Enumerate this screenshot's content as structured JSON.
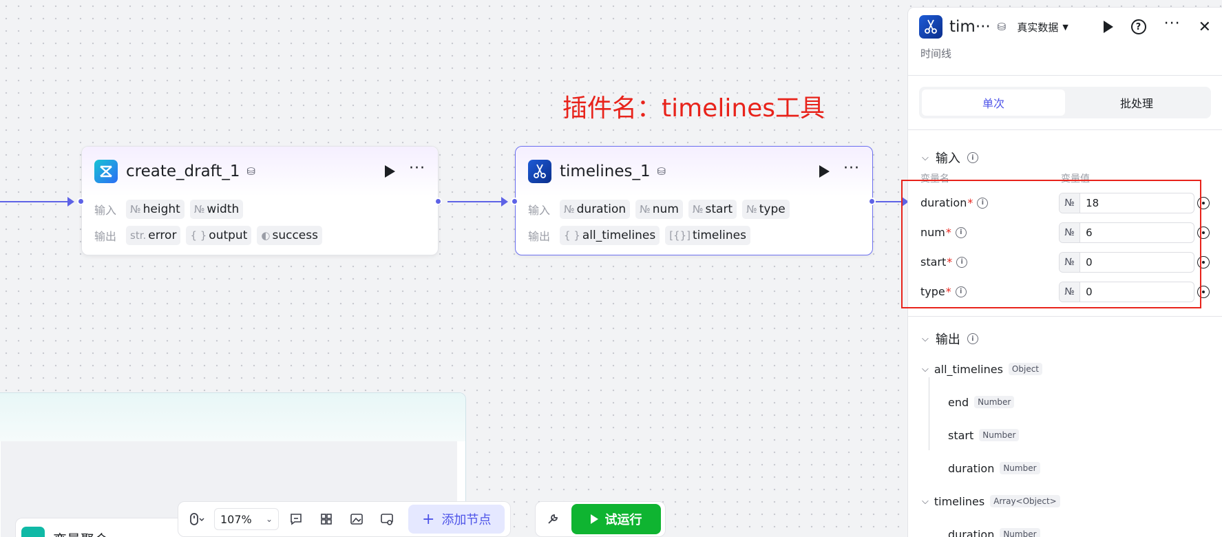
{
  "annotation": "插件名：timelines工具",
  "nodes": {
    "create_draft": {
      "title": "create_draft_1",
      "input_label": "输入",
      "output_label": "输出",
      "inputs": [
        {
          "type": "№",
          "name": "height"
        },
        {
          "type": "№",
          "name": "width"
        }
      ],
      "outputs": [
        {
          "type": "str.",
          "name": "error"
        },
        {
          "type": "{ }",
          "name": "output"
        },
        {
          "type": "◐",
          "name": "success"
        }
      ]
    },
    "timelines": {
      "title": "timelines_1",
      "input_label": "输入",
      "output_label": "输出",
      "inputs": [
        {
          "type": "№",
          "name": "duration"
        },
        {
          "type": "№",
          "name": "num"
        },
        {
          "type": "№",
          "name": "start"
        },
        {
          "type": "№",
          "name": "type"
        }
      ],
      "outputs": [
        {
          "type": "{ }",
          "name": "all_timelines"
        },
        {
          "type": "[{}]",
          "name": "timelines"
        }
      ]
    }
  },
  "group": {
    "sub_node_title": "变量聚合"
  },
  "toolbar": {
    "zoom": "107%",
    "add_node": "添加节点",
    "run": "试运行"
  },
  "panel": {
    "title": "tim···",
    "data_mode": "真实数据",
    "description": "时间线",
    "tabs": [
      "单次",
      "批处理"
    ],
    "input_section": "输入",
    "col_name": "变量名",
    "col_value": "变量值",
    "params": [
      {
        "name": "duration",
        "type": "№",
        "value": "18"
      },
      {
        "name": "num",
        "type": "№",
        "value": "6"
      },
      {
        "name": "start",
        "type": "№",
        "value": "0"
      },
      {
        "name": "type",
        "type": "№",
        "value": "0"
      }
    ],
    "output_section": "输出",
    "outputs": [
      {
        "name": "all_timelines",
        "type": "Object"
      },
      {
        "name": "end",
        "type": "Number"
      },
      {
        "name": "start",
        "type": "Number"
      },
      {
        "name": "duration",
        "type": "Number"
      },
      {
        "name": "timelines",
        "type": "Array<Object>"
      },
      {
        "name": "duration",
        "type": "Number"
      }
    ]
  },
  "colors": {
    "accent": "#5d62e6",
    "run_green": "#0fb431",
    "annotation_red": "#e8231b"
  }
}
